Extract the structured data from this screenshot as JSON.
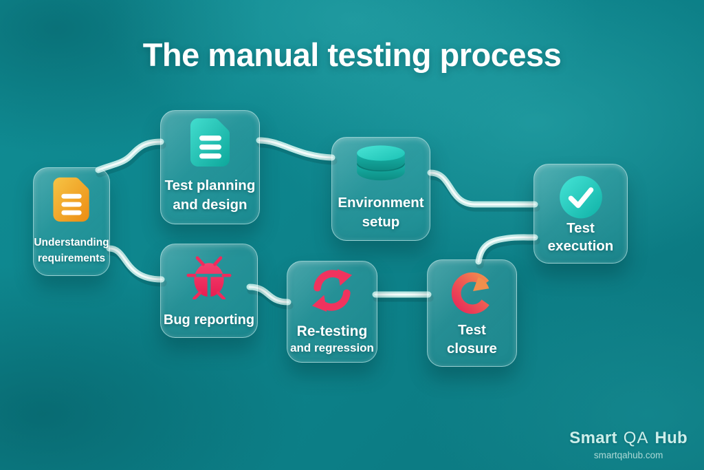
{
  "title": "The manual testing process",
  "cards": [
    {
      "id": "understanding-requirements",
      "line1": "Understanding",
      "line2": "requirements",
      "icon": "document-icon",
      "icon_color": "#f2a22e"
    },
    {
      "id": "test-planning-and-design",
      "line1": "Test planning",
      "line2": "and design",
      "icon": "document-icon",
      "icon_color": "#1fc0b2"
    },
    {
      "id": "environment-setup",
      "line1": "Environment",
      "line2": "setup",
      "icon": "database-icon",
      "icon_color": "#24cfc1"
    },
    {
      "id": "test-execution",
      "line1": "Test execution",
      "line2": "",
      "icon": "check-circle-icon",
      "icon_color": "#23d2c3"
    },
    {
      "id": "bug-reporting",
      "line1": "Bug reporting",
      "line2": "",
      "icon": "bug-icon",
      "icon_color": "#ef2a5c"
    },
    {
      "id": "re-testing-and-regression",
      "line1": "Re-testing",
      "line2": "and regression",
      "icon": "refresh-icon",
      "icon_color": "#f0335e"
    },
    {
      "id": "test-closure",
      "line1": "Test",
      "line2": "closure",
      "icon": "progress-ring-icon",
      "icon_color": "#e92d5b"
    }
  ],
  "connections": [
    [
      "understanding-requirements",
      "test-planning-and-design"
    ],
    [
      "test-planning-and-design",
      "environment-setup"
    ],
    [
      "environment-setup",
      "test-execution"
    ],
    [
      "understanding-requirements",
      "bug-reporting"
    ],
    [
      "bug-reporting",
      "re-testing-and-regression"
    ],
    [
      "re-testing-and-regression",
      "test-closure"
    ],
    [
      "test-closure",
      "test-execution"
    ]
  ],
  "footer": {
    "brand_smart": "Smart",
    "brand_qa": "QA",
    "brand_hub": "Hub",
    "website": "smartqahub.com"
  },
  "colors": {
    "background_teal": "#0d838a",
    "card_glass_border": "#e6fcfa",
    "connector": "#d2f0ec",
    "doc_orange": "#f2a22e",
    "doc_teal": "#1fc0b2",
    "database_teal": "#24cfc1",
    "check_teal": "#23d2c3",
    "bug_pink": "#ef2a5c",
    "refresh_pink": "#f0335e",
    "closure_red": "#e92d5b",
    "closure_orange": "#f2914d",
    "brand_text": "#cdeeea"
  }
}
